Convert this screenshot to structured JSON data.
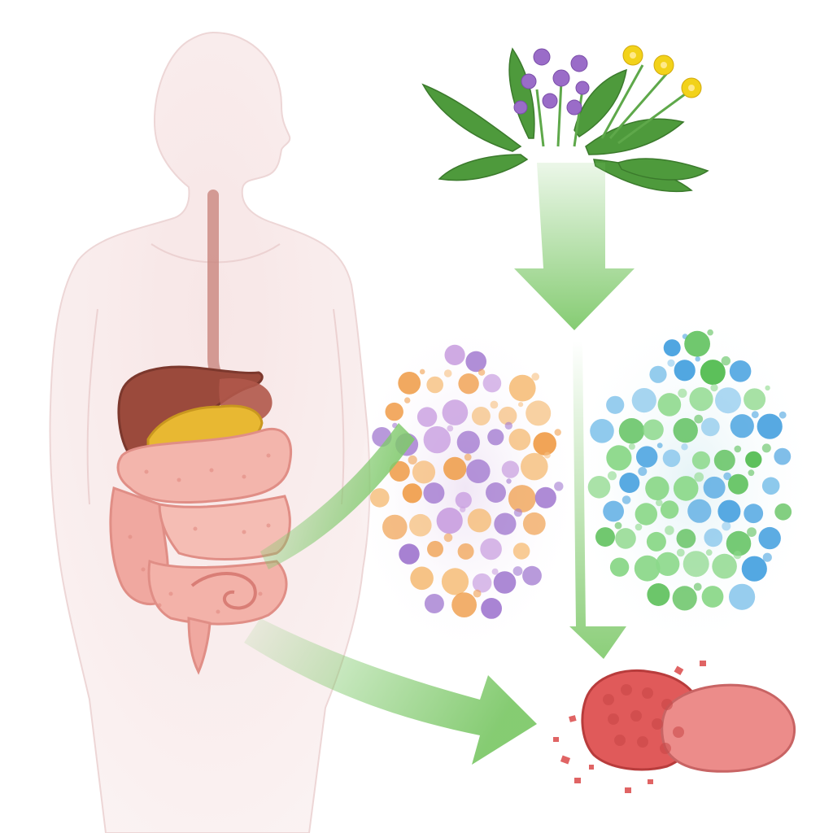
{
  "illustration": {
    "kind": "wordless-diagram",
    "elements": [
      "human-silhouette",
      "digestive-organs",
      "herb-bouquet",
      "gut-microbe-cluster-warm",
      "gut-microbe-cluster-cool",
      "metabolite-fragments"
    ],
    "colors": {
      "background": "#ffffff",
      "body": "#f6e4e4",
      "body_outline": "#e9c8c8",
      "liver": "#9b4a3c",
      "pancreas": "#e8b832",
      "intestine": "#f0a8a0",
      "arrow": "#7fc96b",
      "leaf": "#4e9a3c",
      "flower_purple": "#9a6cc8",
      "flower_yellow": "#f2d21a",
      "microbe_purple": "#a27ad0",
      "microbe_orange": "#f0a050",
      "microbe_blue": "#4aa3e0",
      "microbe_green": "#5cc05a",
      "fragment": "#e05a5a"
    }
  }
}
